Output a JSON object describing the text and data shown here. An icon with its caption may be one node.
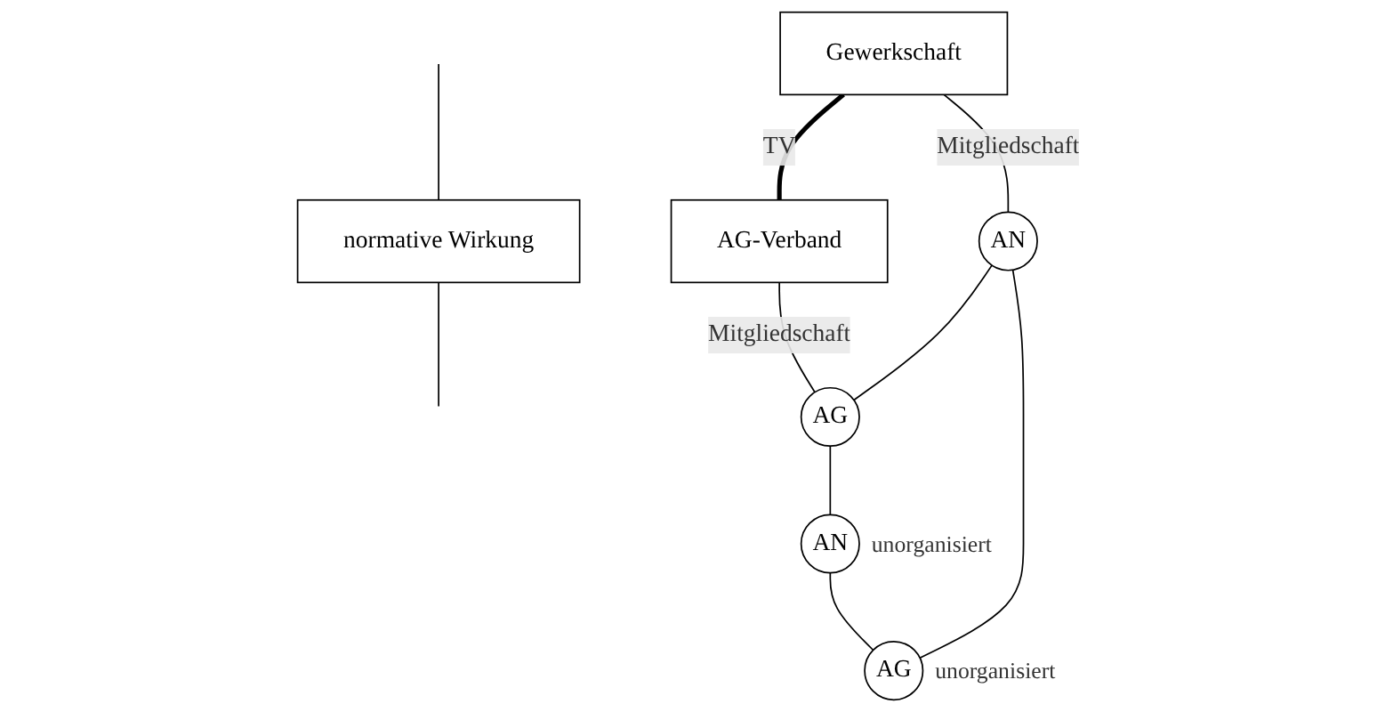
{
  "diagram": {
    "nodes": [
      {
        "text": [
          "Gewerkschaft"
        ]
      },
      {
        "text": [
          "AG-Verband"
        ]
      },
      {
        "text": [
          "normative Wirkung"
        ]
      },
      {
        "text": [
          "AN"
        ]
      },
      {
        "text": [
          "AG"
        ]
      },
      {
        "text": [
          "AN"
        ],
        "beside": [
          "unorganisiert"
        ]
      },
      {
        "text": [
          "AG"
        ],
        "beside": [
          "unorganisiert"
        ]
      }
    ],
    "edges": [
      {
        "from": 0,
        "to": 1,
        "arrow": "none",
        "label": "TV",
        "style": "thick"
      },
      {
        "from": null,
        "to": 2,
        "arrow": "none"
      },
      {
        "from": 0,
        "to": 3,
        "arrow": "none",
        "label": "Mitgliedschaft"
      },
      {
        "from": 1,
        "to": 4,
        "arrow": "none",
        "label": "Mitgliedschaft"
      },
      {
        "from": 2,
        "to": null,
        "arrow": "none"
      },
      {
        "from": 3,
        "to": 4,
        "arrow": "none"
      },
      {
        "from": 3,
        "to": 6,
        "arrow": "none"
      },
      {
        "from": 4,
        "to": 5,
        "arrow": "none"
      },
      {
        "from": 5,
        "to": 6,
        "arrow": "none"
      }
    ]
  }
}
